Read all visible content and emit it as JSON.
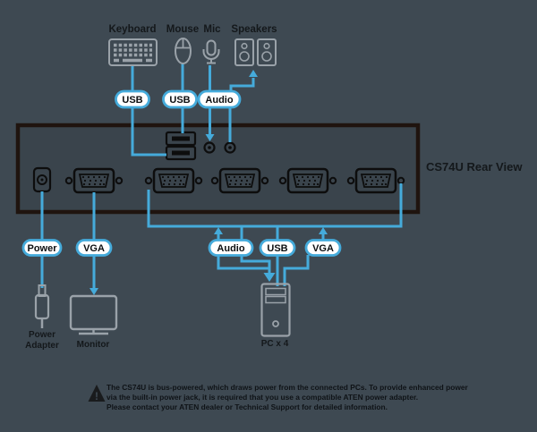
{
  "title": "CS74U Rear View",
  "devices": {
    "keyboard": "Keyboard",
    "mouse": "Mouse",
    "mic": "Mic",
    "speakers": "Speakers",
    "monitor": "Monitor",
    "power_adapter_line1": "Power",
    "power_adapter_line2": "Adapter",
    "pc": "PC x 4"
  },
  "badges": {
    "usb_keyboard": "USB",
    "usb_mouse": "USB",
    "audio_console": "Audio",
    "power": "Power",
    "vga_console": "VGA",
    "audio_pc": "Audio",
    "usb_pc": "USB",
    "vga_pc": "VGA"
  },
  "note": {
    "icon": "!",
    "line1": "The CS74U is bus-powered, which draws power from the connected PCs. To provide enhanced power",
    "line2": "via the built-in power jack, it is required that you use a compatible ATEN power adapter.",
    "line3": "Please contact your ATEN dealer or Technical Support for detailed information."
  },
  "colors": {
    "background": "#3e4952",
    "connection_line": "#45abdb",
    "panel_fill": "#3a444c",
    "panel_border": "#1f140f",
    "icon_gray": "#9aa2a9",
    "badge_fill": "#ffffff",
    "label_text": "#14181b"
  }
}
